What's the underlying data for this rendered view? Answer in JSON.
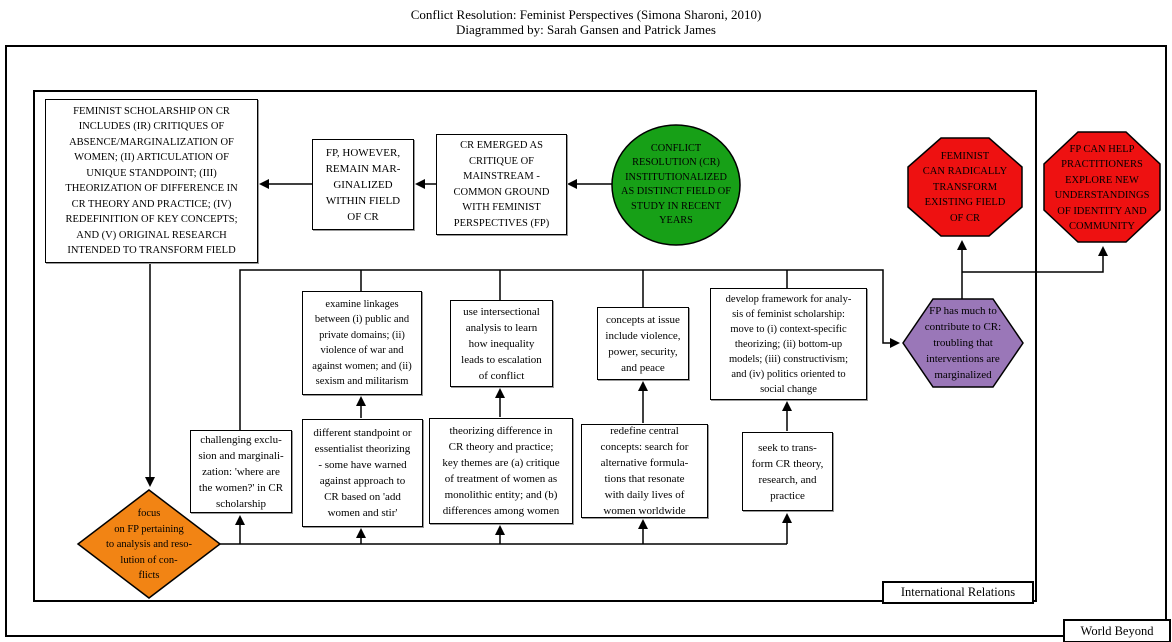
{
  "title": {
    "line1": "Conflict Resolution: Feminist Perspectives (Simona Sharoni, 2010)",
    "line2": "Diagrammed by: Sarah Gansen and Patrick James"
  },
  "containers": {
    "outer_label": "World Beyond",
    "inner_label": "International Relations"
  },
  "colors": {
    "green": "#17A017",
    "red": "#EE1111",
    "orange": "#F28414",
    "purple": "#9A77B8",
    "line": "#000000"
  },
  "nodes": {
    "feminist_scholarship": {
      "shape": "rectangle",
      "text": "FEMINIST SCHOLARSHIP ON CR\nINCLUDES (IR) CRITIQUES OF\nABSENCE/MARGINALIZATION OF\nWOMEN; (II) ARTICULATION OF\nUNIQUE STANDPOINT; (III)\nTHEORIZATION OF DIFFERENCE IN\nCR THEORY AND PRACTICE; (IV)\nREDEFINITION OF KEY CONCEPTS;\nAND (V) ORIGINAL RESEARCH\nINTENDED TO TRANSFORM FIELD"
    },
    "fp_marginalized": {
      "shape": "rectangle",
      "text": "FP, HOWEVER,\nREMAIN MAR-\nGINALIZED\nWITHIN FIELD\nOF CR"
    },
    "cr_emerged": {
      "shape": "rectangle",
      "text": "CR EMERGED AS\nCRITIQUE OF\nMAINSTREAM -\nCOMMON GROUND\nWITH FEMINIST\nPERSPECTIVES (FP)"
    },
    "cr_institutionalized": {
      "shape": "ellipse",
      "text": "CONFLICT\nRESOLUTION (CR)\nINSTITUTIONALIZED\nAS DISTINCT FIELD OF\nSTUDY IN RECENT\nYEARS"
    },
    "feminist_transform": {
      "shape": "octagon",
      "text": "FEMINIST\nCAN RADICALLY\nTRANSFORM\nEXISTING FIELD\nOF CR"
    },
    "fp_practitioners": {
      "shape": "octagon",
      "text": "FP CAN HELP\nPRACTITIONERS\nEXPLORE NEW\nUNDERSTANDINGS\nOF IDENTITY AND\nCOMMUNITY"
    },
    "fp_contribute": {
      "shape": "hexagon",
      "text": "FP has much to\ncontribute to CR:\ntroubling that\ninterventions are\nmarginalized"
    },
    "examine_linkages": {
      "shape": "rectangle",
      "text": "examine linkages\nbetween (i) public and\nprivate domains; (ii)\nviolence of war and\nagainst women; and (ii)\nsexism and militarism"
    },
    "intersectional_analysis": {
      "shape": "rectangle",
      "text": "use intersectional\nanalysis to learn\nhow inequality\nleads to escalation\nof conflict"
    },
    "concepts_at_issue": {
      "shape": "rectangle",
      "text": "concepts at issue\ninclude violence,\npower, security,\nand peace"
    },
    "develop_framework": {
      "shape": "rectangle",
      "text": "develop framework for analy-\nsis of feminist scholarship:\nmove to (i) context-specific\ntheorizing; (ii) bottom-up\nmodels; (iii) constructivism;\nand (iv) politics oriented to\nsocial change"
    },
    "challenging_exclusion": {
      "shape": "rectangle",
      "text": "challenging exclu-\nsion and marginali-\nzation: 'where are\nthe women?' in CR\nscholarship"
    },
    "different_standpoint": {
      "shape": "rectangle",
      "text": "different standpoint or\nessentialist theorizing\n- some have warned\nagainst approach to\nCR based on 'add\nwomen and stir'"
    },
    "theorizing_difference": {
      "shape": "rectangle",
      "text": "theorizing difference in\nCR theory and practice;\nkey themes are (a) critique\nof treatment of women as\nmonolithic entity; and (b)\ndifferences among women"
    },
    "redefine_concepts": {
      "shape": "rectangle",
      "text": "redefine central\nconcepts: search for\nalternative formula-\ntions that resonate\nwith daily lives of\nwomen worldwide"
    },
    "seek_transform": {
      "shape": "rectangle",
      "text": "seek to trans-\nform CR theory,\nresearch, and\npractice"
    },
    "focus_fp": {
      "shape": "diamond",
      "text": "focus\non FP pertaining\nto analysis and reso-\nlution of con-\nflicts"
    }
  }
}
